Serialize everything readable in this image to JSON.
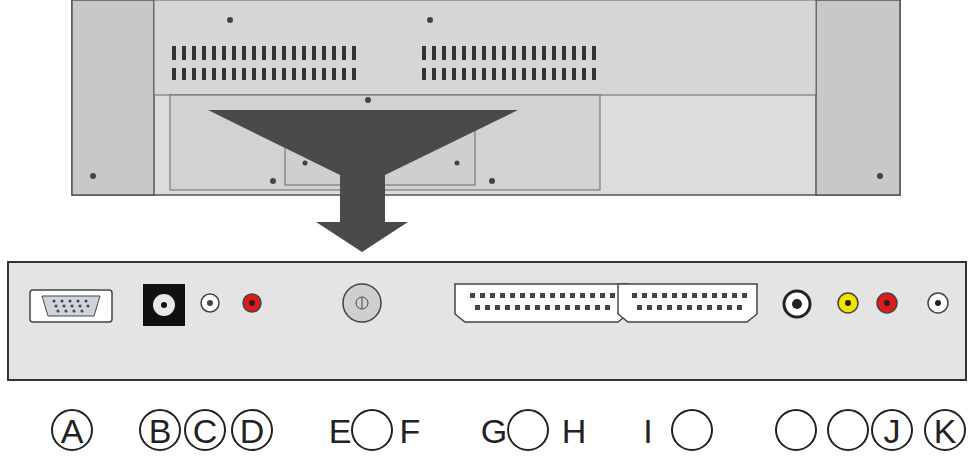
{
  "diagram": {
    "labels": [
      "A",
      "B",
      "C",
      "D",
      "E",
      "F",
      "G",
      "H",
      "I",
      "J",
      "K"
    ]
  }
}
